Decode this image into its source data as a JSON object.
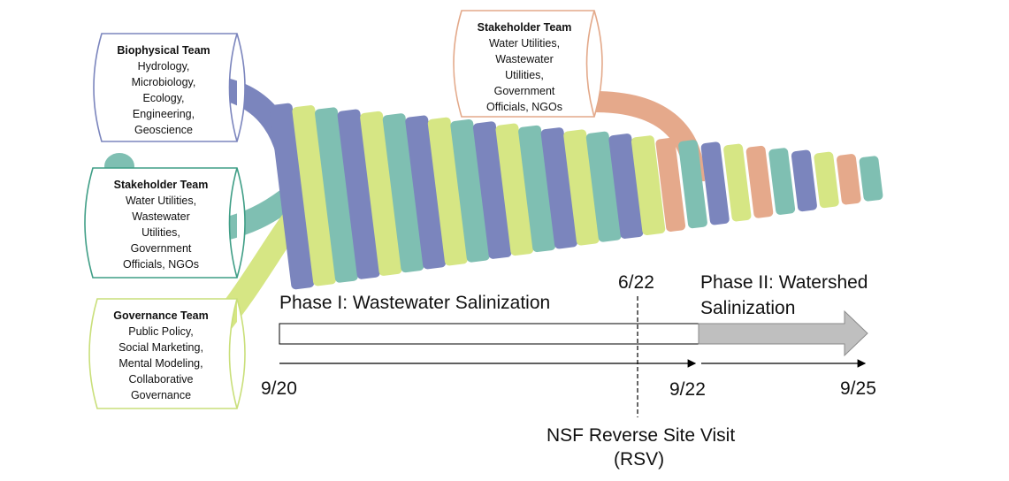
{
  "teams": {
    "biophysical": {
      "title": "Biophysical Team",
      "body": "Hydrology,\nMicrobiology,\nEcology,\nEngineering,\nGeoscience",
      "color": "#7b85bd",
      "fill_color": "#7b85bd"
    },
    "stakeholder_left": {
      "title": "Stakeholder Team",
      "body": "Water Utilities,\nWastewater\nUtilities,\nGovernment\nOfficials, NGOs",
      "color": "#3f9e86",
      "fill_color": "#7fbfb2"
    },
    "governance": {
      "title": "Governance Team",
      "body": "Public Policy,\nSocial Marketing,\nMental Modeling,\nCollaborative\nGovernance",
      "color": "#c9df7a",
      "fill_color": "#d6e684"
    },
    "stakeholder_top": {
      "title": "Stakeholder Team",
      "body": "Water Utilities,\nWastewater\nUtilities,\nGovernment\nOfficials, NGOs",
      "color": "#e3a98a",
      "fill_color": "#e5a98b"
    }
  },
  "phases": {
    "phase1_label": "Phase I: Wastewater Salinization",
    "phase2_label_line1": "Phase II: Watershed",
    "phase2_label_line2": "Salinization",
    "phase2_fill": "#bfbfbf"
  },
  "timeline": {
    "start": "9/20",
    "mid": "9/22",
    "end": "9/25",
    "milestone": "6/22",
    "event_line1": "NSF Reverse Site Visit",
    "event_line2": "(RSV)"
  }
}
